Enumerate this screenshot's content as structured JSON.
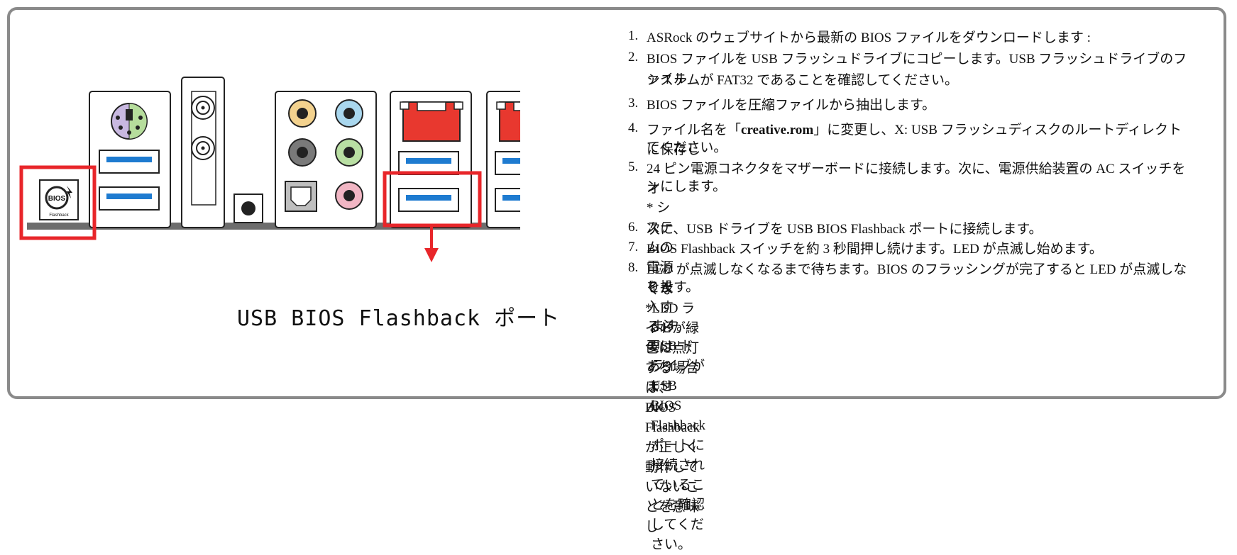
{
  "diagram": {
    "port_label": "USB BIOS Flashback ポート",
    "button_icon_text": "BIOS",
    "button_icon_subtext": "Flashback",
    "highlight_color": "#e8262a",
    "lan_port_color": "#e8382f",
    "usb_color": "#1e7bd0"
  },
  "steps": [
    {
      "num": "1.",
      "text": "ASRock のウェブサイトから最新の BIOS ファイルをダウンロードします :"
    },
    {
      "num": "2.",
      "text": "BIOS ファイルを USB フラッシュドライブにコピーします。USB フラッシュドライブのファイル",
      "text2": "システムが FAT32 であることを確認してください。"
    },
    {
      "num": "3.",
      "text": "BIOS ファイルを圧縮ファイルから抽出します。"
    },
    {
      "num": "4.",
      "text_pre": "ファイル名を「",
      "text_bold": "creative.rom",
      "text_post": "」に変更し、X: USB フラッシュディスクのルートディレクトに保存し",
      "text2": "てください。"
    },
    {
      "num": "5.",
      "text": "24 ピン電源コネクタをマザーボードに接続します。次に、電源供給装置の AC スイッチをオ",
      "text2": "ンにします。",
      "note": "* システムの電源を投入する必要はありません。"
    },
    {
      "num": "6.",
      "text": "次に、USB ドライブを USB BIOS Flashback ポートに接続します。"
    },
    {
      "num": "7.",
      "text": "BIOS Flashback スイッチを約 3 秒間押し続けます。LED が点滅し始めます。"
    },
    {
      "num": "8.",
      "text": "LED が点滅しなくなるまで待ちます。BIOS のフラッシングが完了すると LED が点滅しなくな",
      "text2": "ります。"
    }
  ],
  "footnote": {
    "line1": "*LED ライトが緑色に点灯する場合は、BIOS Flashback が正しく動作していないことを意味し",
    "line2": "ます。USB ドライブが USB BIOS Flashback ポートに接続されていることを確認してください。"
  }
}
